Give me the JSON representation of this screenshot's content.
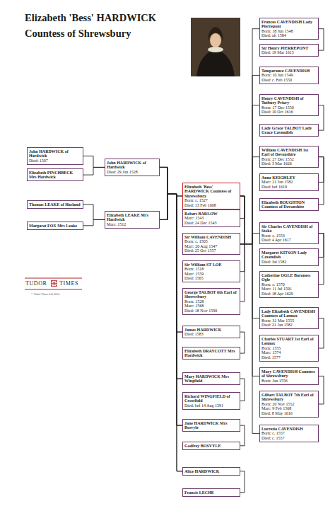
{
  "diagram": {
    "title": "Elizabeth 'Bess' HARDWICK Countess of Shrewsbury",
    "nodes": [
      {
        "text": [
          "John HARDWICK of Hardwick",
          "Died: 1507"
        ]
      },
      {
        "text": [
          "Elizabeth PINCHBECK Mrs Hardwick"
        ]
      },
      {
        "text": [
          "John HARDWICK of Hardwick",
          "Died: 29 Jan 1528"
        ]
      },
      {
        "text": [
          "Thomas LEAKE of Hasland"
        ]
      },
      {
        "text": [
          "Margaret FOX Mrs Leake"
        ]
      },
      {
        "text": [
          "Elizabeth LEAKE Mrs Hardwick",
          "Marr: 1512"
        ]
      },
      {
        "text": [
          "Elizabeth 'Bess' HARDWICK Countess of Shrewsbury",
          "Born: c. 1527",
          "Died: 13 Feb 1608"
        ]
      },
      {
        "text": [
          "Robert BARLOW",
          "Marr: 1543",
          "Died: 24 Dec 1543"
        ]
      },
      {
        "text": [
          "Sir William CAVENDISH",
          "Born: c. 1505",
          "Marr: 20 Aug 1547",
          "Died: 25 Oct 1557"
        ]
      },
      {
        "text": [
          "Sir William ST LOE",
          "Born: 1518",
          "Marr: 1559",
          "Died: 1565"
        ]
      },
      {
        "text": [
          "George TALBOT 6th Earl of Shrewsbury",
          "Born: 1528",
          "Marr: 1568",
          "Died: 18 Nov 1590"
        ]
      },
      {
        "text": [
          "James HARDWICK",
          "Died: 1583"
        ]
      },
      {
        "text": [
          "Elizabeth DRAYCOTT Mrs Hardwick"
        ]
      },
      {
        "text": [
          "Mary HARDWICK Mrs Wingfield"
        ]
      },
      {
        "text": [
          "Richard WINGFIELD of Crowfield",
          "Died: bef 14 Aug 1591"
        ]
      },
      {
        "text": [
          "Jane HARDWICK Mrs Bosvyle"
        ]
      },
      {
        "text": [
          "Godfrey BOSVYLE"
        ]
      },
      {
        "text": [
          "Alice HARDWICK"
        ]
      },
      {
        "text": [
          "Francis LECHE"
        ]
      },
      {
        "text": [
          "Frances CAVENDISH Lady Pierrepont",
          "Born: 18 Jun 1548",
          "Died: aft 1584"
        ]
      },
      {
        "text": [
          "Sir Henry PIERREPONT",
          "Died: 19 Mar 1615"
        ]
      },
      {
        "text": [
          "Temperance CAVENDISH",
          "Born: 10 Jun 1549",
          "Died: c. Feb 1550"
        ]
      },
      {
        "text": [
          "Henry CAVENDISH of Tutbury Priory",
          "Born: 17 Dec 1550",
          "Died: 10 Oct 1616"
        ]
      },
      {
        "text": [
          "Lady Grace TALBOT Lady Grace Cavendish"
        ]
      },
      {
        "text": [
          "William CAVENDISH 1st Earl of Devonshire",
          "Born: 27 Dec 1552",
          "Died: 3 Mar 1626"
        ]
      },
      {
        "text": [
          "Anne KEIGHLEY",
          "Marr: 21 Jan 1582",
          "Died: bef 1619"
        ]
      },
      {
        "text": [
          "Elizabeth BOUGHTON Countess of Devonshire"
        ]
      },
      {
        "text": [
          "Sir Charles CAVENDISH of Stoke",
          "Born: c. 1553",
          "Died: 4 Apr 1617"
        ]
      },
      {
        "text": [
          "Margaret KITSON Lady Cavendish",
          "Died: Jul 1582"
        ]
      },
      {
        "text": [
          "Catherine OGLE Baroness Ogle",
          "Born: c. 1570",
          "Marr: 11 Jul 1591",
          "Died: 18 Apr 1629"
        ]
      },
      {
        "text": [
          "Lady Elizabeth CAVENDISH Countess of Lennox",
          "Born: 31 Mar 1555",
          "Died: 21 Jan 1582"
        ]
      },
      {
        "text": [
          "Charles STUART 1st Earl of Lennox",
          "Born: 1555",
          "Marr: 1574",
          "Died: 1577"
        ]
      },
      {
        "text": [
          "Mary CAVENDISH Countess of Shrewsbury",
          "Born: Jan 1556"
        ]
      },
      {
        "text": [
          "Gilbert TALBOT 7th Earl of Shrewsbury",
          "Born: 20 Nov 1552",
          "Marr: 9 Feb 1568",
          "Died: 8 May 1616"
        ]
      },
      {
        "text": [
          "Lucretia CAVENDISH",
          "Born: c. 1557",
          "Died: c. 1557"
        ]
      }
    ],
    "edges": [
      {
        "from": 0,
        "to": 2,
        "arrow": "none"
      },
      {
        "from": 1,
        "to": 2,
        "arrow": "none"
      },
      {
        "from": 3,
        "to": 5,
        "arrow": "none"
      },
      {
        "from": 4,
        "to": 5,
        "arrow": "none"
      },
      {
        "from": 2,
        "to": 6,
        "arrow": "none"
      },
      {
        "from": 5,
        "to": 6,
        "arrow": "none"
      },
      {
        "from": 2,
        "to": 11,
        "arrow": "none"
      },
      {
        "from": 5,
        "to": 11,
        "arrow": "none"
      },
      {
        "from": 2,
        "to": 13,
        "arrow": "none"
      },
      {
        "from": 5,
        "to": 13,
        "arrow": "none"
      },
      {
        "from": 2,
        "to": 15,
        "arrow": "none"
      },
      {
        "from": 5,
        "to": 15,
        "arrow": "none"
      },
      {
        "from": 2,
        "to": 17,
        "arrow": "none"
      },
      {
        "from": 5,
        "to": 17,
        "arrow": "none"
      },
      {
        "from": 6,
        "to": 7,
        "arrow": "none"
      },
      {
        "from": 6,
        "to": 8,
        "arrow": "none"
      },
      {
        "from": 6,
        "to": 9,
        "arrow": "none"
      },
      {
        "from": 6,
        "to": 10,
        "arrow": "none"
      },
      {
        "from": 11,
        "to": 12,
        "arrow": "none"
      },
      {
        "from": 13,
        "to": 14,
        "arrow": "none"
      },
      {
        "from": 15,
        "to": 16,
        "arrow": "none"
      },
      {
        "from": 17,
        "to": 18,
        "arrow": "none"
      },
      {
        "from": 8,
        "to": 19,
        "arrow": "none"
      },
      {
        "from": 8,
        "to": 21,
        "arrow": "none"
      },
      {
        "from": 8,
        "to": 22,
        "arrow": "none"
      },
      {
        "from": 8,
        "to": 24,
        "arrow": "none"
      },
      {
        "from": 8,
        "to": 27,
        "arrow": "none"
      },
      {
        "from": 8,
        "to": 30,
        "arrow": "none"
      },
      {
        "from": 8,
        "to": 32,
        "arrow": "none"
      },
      {
        "from": 8,
        "to": 34,
        "arrow": "none"
      },
      {
        "from": 19,
        "to": 20,
        "arrow": "none"
      },
      {
        "from": 22,
        "to": 23,
        "arrow": "none"
      },
      {
        "from": 24,
        "to": 25,
        "arrow": "none"
      },
      {
        "from": 24,
        "to": 26,
        "arrow": "none"
      },
      {
        "from": 27,
        "to": 28,
        "arrow": "none"
      },
      {
        "from": 27,
        "to": 29,
        "arrow": "none"
      },
      {
        "from": 30,
        "to": 31,
        "arrow": "none"
      },
      {
        "from": 32,
        "to": 33,
        "arrow": "none"
      }
    ],
    "labels": [
      "TUDOR",
      "TIMES",
      "© Tudor Times Ltd 2014"
    ]
  }
}
